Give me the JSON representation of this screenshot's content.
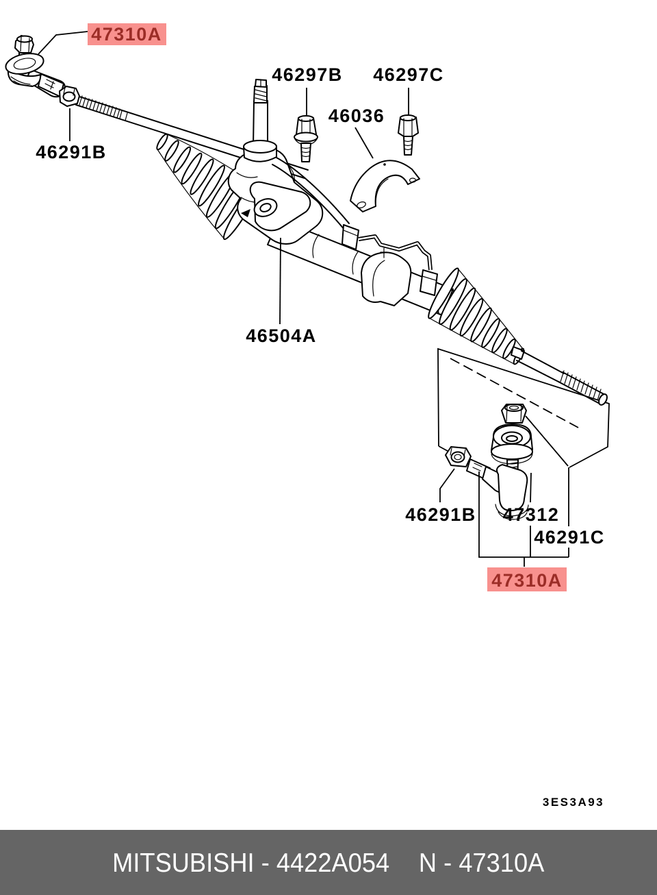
{
  "diagram": {
    "highlighted_part": "47310A",
    "labels": {
      "tie_rod_end_top": "47310A",
      "bolt_b": "46297B",
      "bolt_c": "46297C",
      "mount_clamp": "46036",
      "jam_nut_left": "46291B",
      "steering_gear": "46504A",
      "jam_nut_right": "46291B",
      "dust_cover": "47312",
      "lock_nut": "46291C",
      "tie_rod_end_bottom": "47310A"
    },
    "drawing_code": "3ES3A93"
  },
  "colors": {
    "highlight_bg": "#f8918e",
    "highlight_text": "#9b2d27",
    "line": "#000000",
    "footer_bg": "#656565",
    "footer_text": "#ffffff"
  },
  "footer": {
    "brand_and_part": "MITSUBISHI - 4422A054",
    "part_ref": "N - 47310A"
  }
}
